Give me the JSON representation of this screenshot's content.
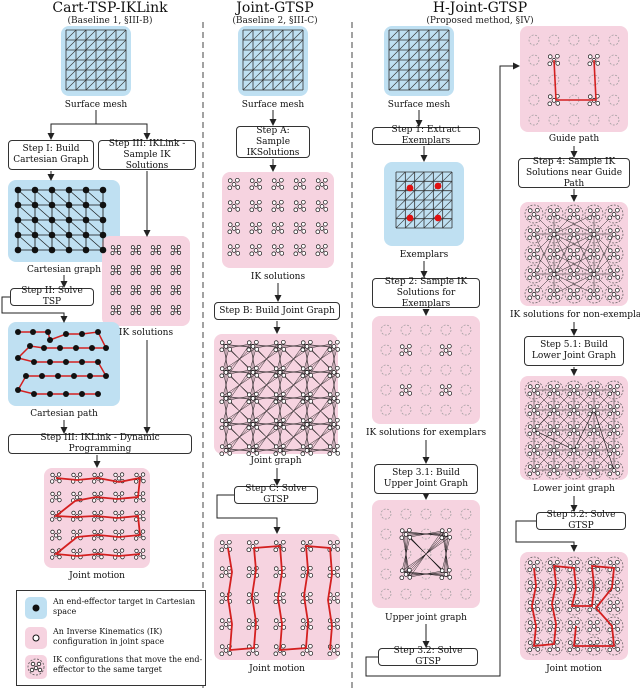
{
  "columns": [
    {
      "title": "Cart-TSP-IKLink",
      "subtitle": "(Baseline 1, §III-B)"
    },
    {
      "title": "Joint-GTSP",
      "subtitle": "(Baseline 2, §III-C)"
    },
    {
      "title": "H-Joint-GTSP",
      "subtitle": "(Proposed method, §IV)"
    }
  ],
  "col1": {
    "mesh_caption": "Surface mesh",
    "step1": "Step I: Build Cartesian Graph",
    "step3a": "Step III: IKLink - Sample IK Solutions",
    "graph_caption": "Cartesian graph",
    "ik_caption": "IK solutions",
    "step2": "Step II: Solve TSP",
    "path_caption": "Cartesian path",
    "step3b": "Step III: IKLink - Dynamic Programming",
    "motion_caption": "Joint motion"
  },
  "col2": {
    "mesh_caption": "Surface mesh",
    "stepA": "Step A: Sample IKSolutions",
    "ik_caption": "IK solutions",
    "stepB": "Step B: Build Joint Graph",
    "graph_caption": "Joint graph",
    "stepC": "Step C: Solve GTSP",
    "motion_caption": "Joint motion"
  },
  "col3": {
    "mesh_caption": "Surface mesh",
    "step1": "Step 1: Extract Exemplars",
    "exemplars_caption": "Exemplars",
    "step2": "Step 2: Sample IK Solutions for Exemplars",
    "ik_ex_caption": "IK solutions for exemplars",
    "step31": "Step 3.1: Build Upper Joint Graph",
    "upper_caption": "Upper joint graph",
    "step32": "Step 3.2: Solve GTSP"
  },
  "col4": {
    "guide_caption": "Guide path",
    "step4": "Step 4: Sample IK Solutions near Guide Path",
    "ik_non_caption": "IK solutions for non-exemplars",
    "step51": "Step 5.1: Build Lower Joint Graph",
    "lower_caption": "Lower joint graph",
    "step52": "Step 5.2: Solve GTSP",
    "motion_caption": "Joint motion"
  },
  "legend": [
    "An end-effector target in Cartesian space",
    "An Inverse Kinematics (IK) configuration in joint space",
    "IK configurations that move the end-effector to the same target"
  ],
  "colors": {
    "blue_panel": "#bfe0f2",
    "pink_panel": "#f6d3e0",
    "path_red": "#d42020"
  }
}
